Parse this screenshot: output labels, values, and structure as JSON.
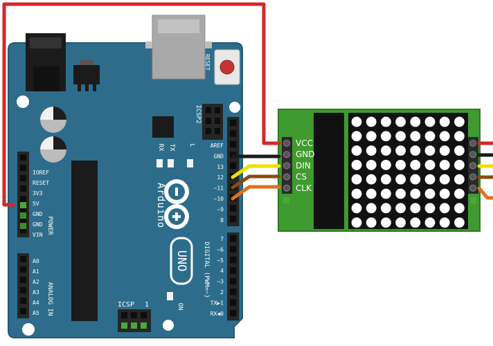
{
  "board": {
    "color": "#2d6d8b",
    "name": "Arduino",
    "model": "UNO",
    "reset_label": "RESET",
    "icsp_label": "ICSP",
    "icsp2_label": "ICSP2",
    "icsp_pin1": "1",
    "tx": "TX",
    "rx": "RX",
    "led_l": "L",
    "on_label": "ON",
    "power_header_label": "POWER",
    "analog_header_label": "ANALOG IN",
    "digital_header_label": "DIGITAL (PWM=~)",
    "power_pins": [
      "IOREF",
      "RESET",
      "3V3",
      "5V",
      "GND",
      "GND",
      "VIN"
    ],
    "analog_pins": [
      "A0",
      "A1",
      "A2",
      "A3",
      "A4",
      "A5"
    ],
    "digital_upper": [
      "AREF",
      "GND",
      "13",
      "12",
      "~11",
      "~10",
      "~9",
      "8"
    ],
    "digital_lower": [
      "7",
      "~6",
      "~5",
      "4",
      "~3",
      "2",
      "TX▶1",
      "RX◀0"
    ]
  },
  "matrix_module": {
    "pcb_color": "#3f9a2f",
    "pins": [
      "VCC",
      "GND",
      "DIN",
      "CS",
      "CLK"
    ],
    "rows": 8,
    "cols": 8
  },
  "wire_colors": {
    "vcc": "#d12a2a",
    "gnd": "#1a1a1a",
    "din": "#f1e000",
    "cs": "#8a4a12",
    "clk": "#e0701c"
  }
}
